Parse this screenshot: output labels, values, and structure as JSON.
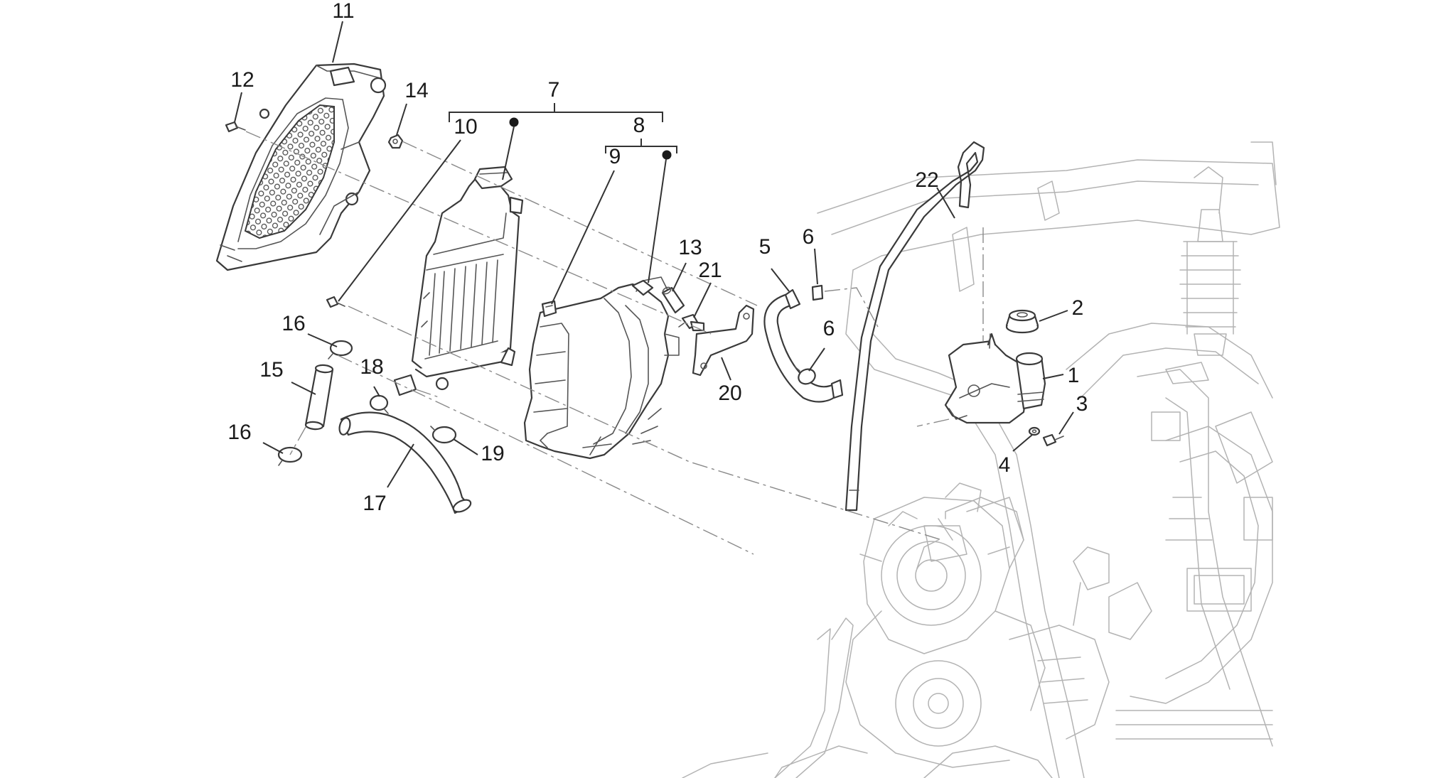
{
  "callouts": {
    "c1": "1",
    "c2": "2",
    "c3": "3",
    "c4": "4",
    "c5": "5",
    "c6a": "6",
    "c6b": "6",
    "c7": "7",
    "c8": "8",
    "c9": "9",
    "c10": "10",
    "c11": "11",
    "c12": "12",
    "c13": "13",
    "c14": "14",
    "c15": "15",
    "c16a": "16",
    "c16b": "16",
    "c17": "17",
    "c18": "18",
    "c19": "19",
    "c20": "20",
    "c21": "21",
    "c22": "22"
  }
}
